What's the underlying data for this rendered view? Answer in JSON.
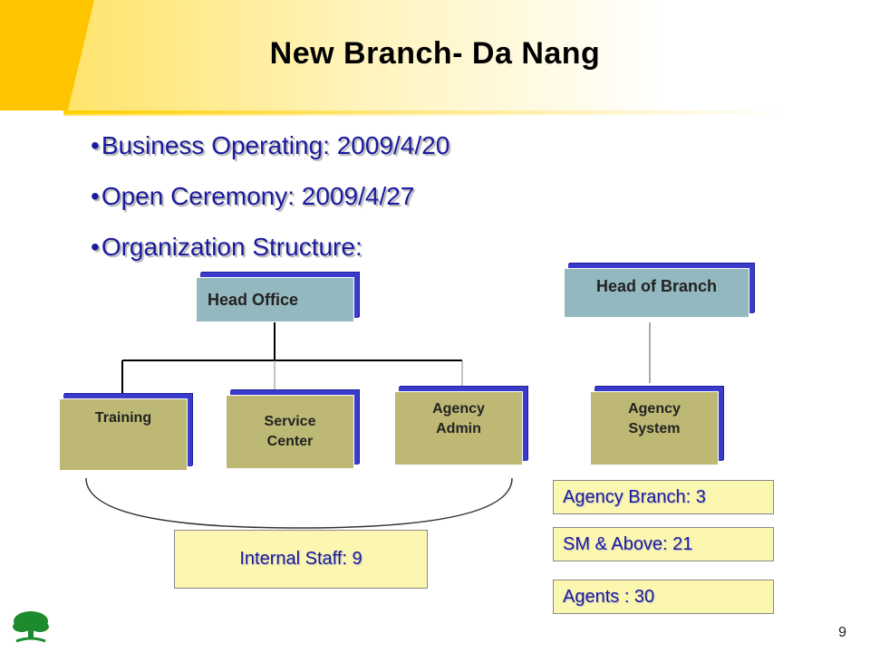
{
  "slide": {
    "title": "New Branch- Da Nang",
    "page_number": "9"
  },
  "bullets": [
    {
      "text": "Business Operating: 2009/4/20"
    },
    {
      "text": "Open Ceremony: 2009/4/27"
    },
    {
      "text": "Organization Structure:"
    }
  ],
  "org_chart": {
    "head_office": "Head Office",
    "departments": [
      {
        "label": "Training"
      },
      {
        "label": "Service Center"
      },
      {
        "label": "Agency Admin"
      }
    ],
    "head_of_branch": "Head of Branch",
    "agency_system": "Agency System",
    "internal_staff": "Internal Staff: 9"
  },
  "stats": [
    {
      "text": "Agency Branch: 3"
    },
    {
      "text": "SM & Above: 21"
    },
    {
      "text": "Agents : 30"
    }
  ],
  "colors": {
    "header_yellow": "#ffc400",
    "bullet_text": "#1a1a9c",
    "box_shadow": "#3a3acb",
    "head_box": "#93b8bf",
    "dept_box": "#bdb874",
    "info_fill": "#fcf7b0",
    "logo_green": "#1e8a2e"
  }
}
